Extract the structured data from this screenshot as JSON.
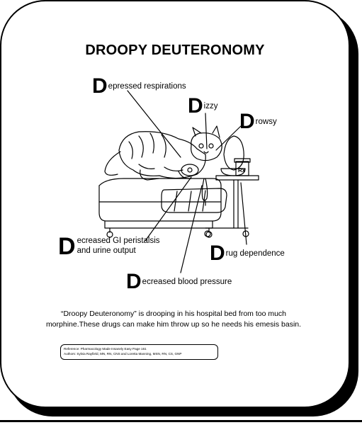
{
  "title": "DROOPY DEUTERONOMY",
  "labels": {
    "depressed": {
      "initial": "D",
      "rest": "epressed respirations"
    },
    "dizzy": {
      "initial": "D",
      "rest": "izzy"
    },
    "drowsy": {
      "initial": "D",
      "rest": "rowsy"
    },
    "gi": {
      "initial": "D",
      "line1": "ecreased GI peristalsis",
      "line2": "and urine output"
    },
    "drug": {
      "initial": "D",
      "rest": "rug dependence"
    },
    "bp": {
      "initial": "D",
      "rest": "ecreased blood pressure"
    }
  },
  "rx_label": "Rx",
  "caption": {
    "line1": "“Droopy Deuteronomy” is drooping in his hospital bed from too much",
    "line2": "morphine.These drugs can make him throw up so he needs his emesis basin."
  },
  "reference": {
    "line1": "Reference: Pharmacology Made Insanely Easy    Page 161",
    "line2": "Authors: Sylvia Rayfield, MN, RN, CNS and Loretta Manning, MSN, RN, CS, GNP"
  }
}
